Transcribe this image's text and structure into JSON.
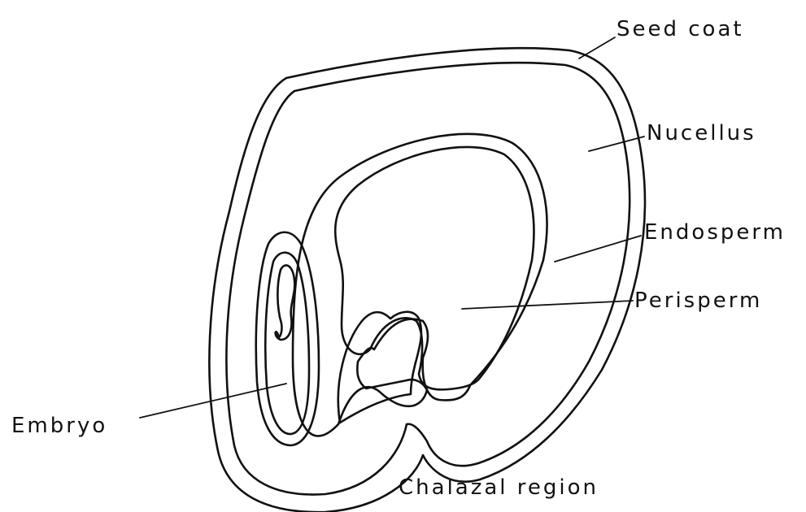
{
  "diagram": {
    "labels": {
      "seed_coat": "Seed coat",
      "nucellus": "Nucellus",
      "endosperm": "Endosperm",
      "perisperm": "Perisperm",
      "embryo": "Embryo",
      "chalazal_region": "Chalazal region"
    },
    "colors": {
      "ink": "#111111",
      "paper": "#ffffff"
    }
  }
}
